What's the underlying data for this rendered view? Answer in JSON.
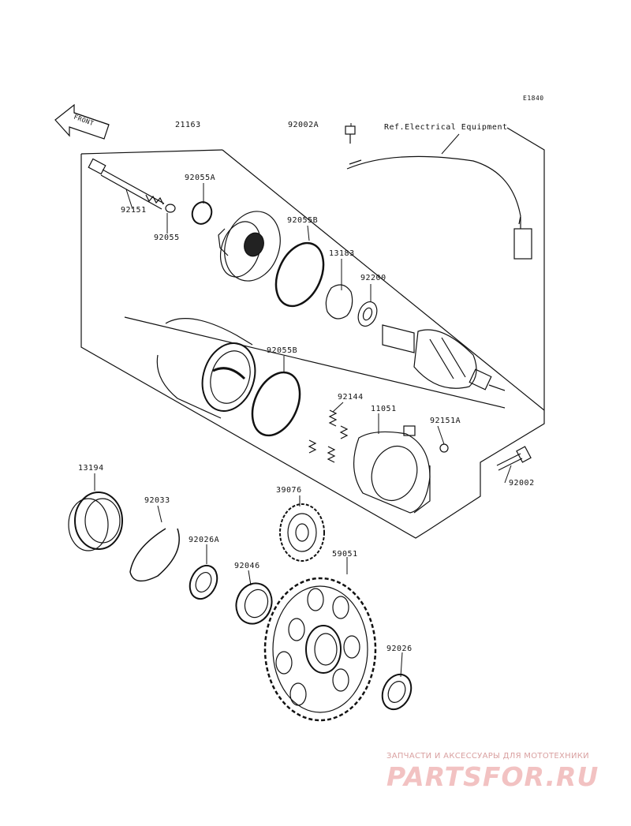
{
  "diagram_code": "E1840",
  "front_label": "FRONT",
  "ref_text": "Ref.Electrical Equipment",
  "parts": {
    "p21163": "21163",
    "p92002A": "92002A",
    "p92055A": "92055A",
    "p92151": "92151",
    "p92055": "92055",
    "p92055B_1": "92055B",
    "p13183": "13183",
    "p92200": "92200",
    "p92055B_2": "92055B",
    "p92144": "92144",
    "p11051": "11051",
    "p92151A": "92151A",
    "p92002": "92002",
    "p13194": "13194",
    "p92033": "92033",
    "p39076": "39076",
    "p92026A": "92026A",
    "p92046": "92046",
    "p59051": "59051",
    "p92026": "92026"
  },
  "watermark": {
    "tagline": "ЗАПЧАСТИ И АКСЕССУАРЫ ДЛЯ МОТОТЕХНИКИ",
    "logo": "PARTSFOR.RU"
  }
}
